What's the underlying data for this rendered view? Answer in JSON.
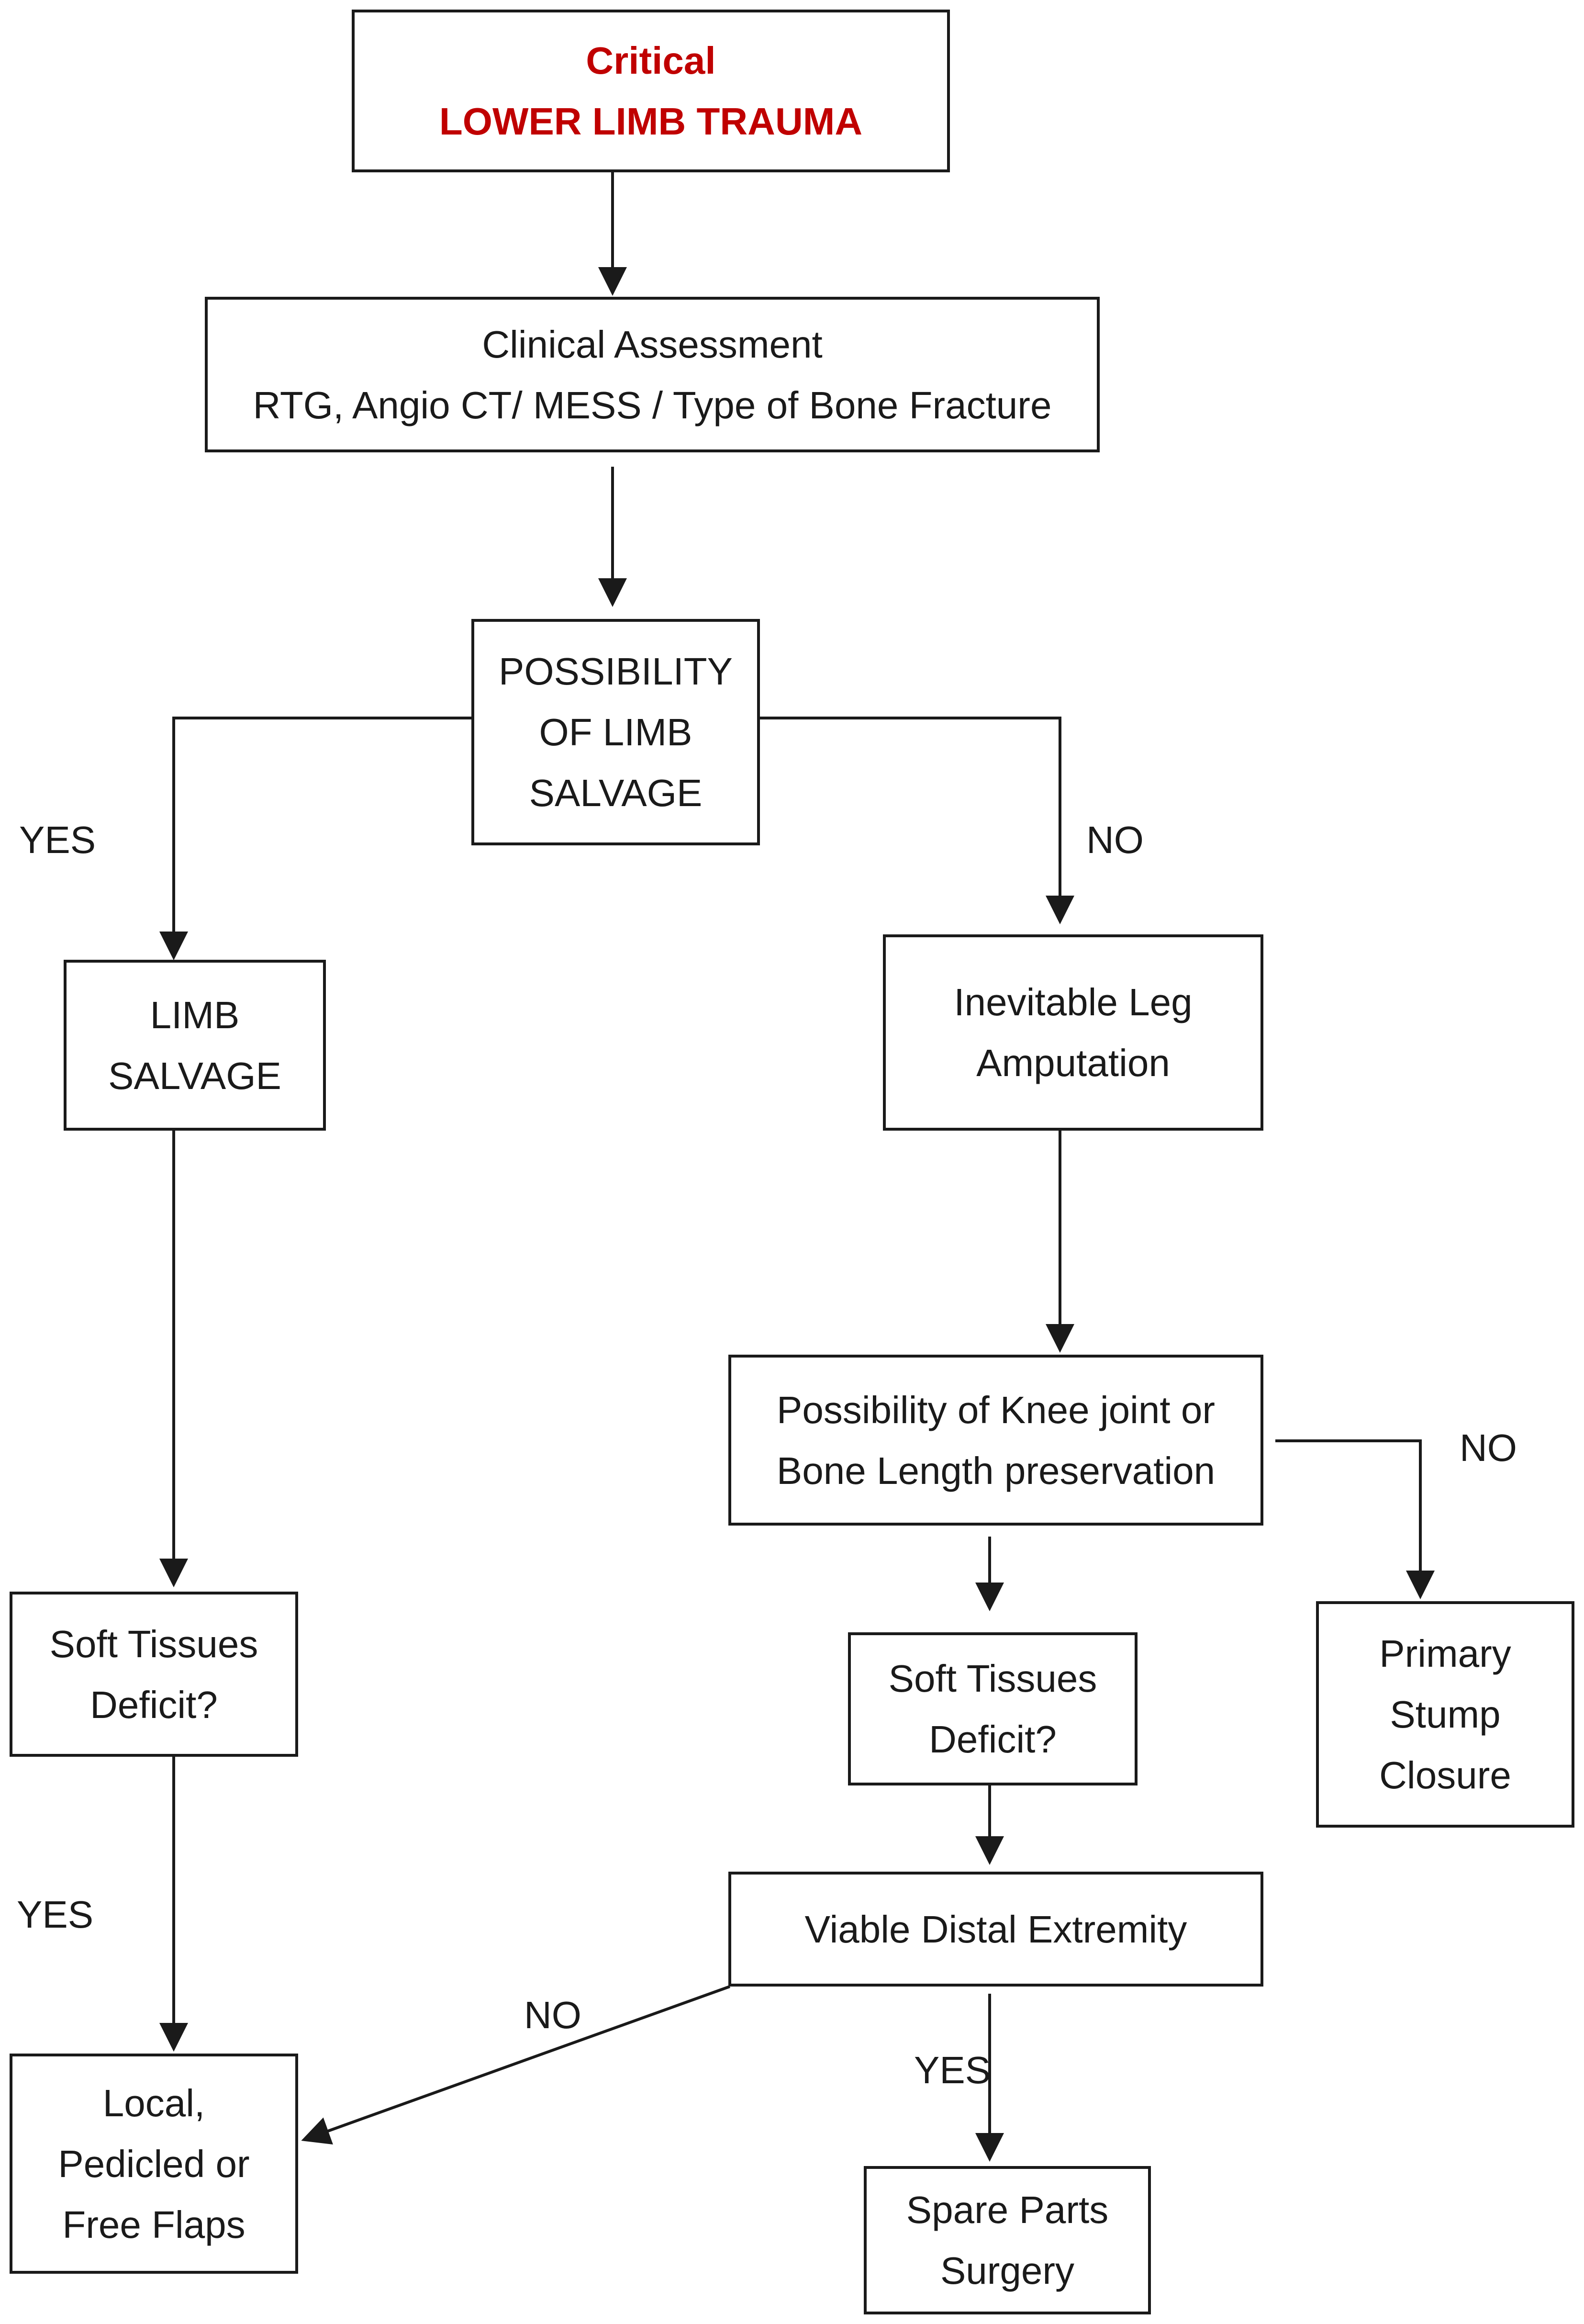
{
  "colors": {
    "title": "#c00000",
    "line": "#1a1a1a",
    "background": "#ffffff"
  },
  "nodes": {
    "critical": {
      "line1": "Critical",
      "line2": "LOWER LIMB TRAUMA"
    },
    "assessment": {
      "line1": "Clinical Assessment",
      "line2": "RTG, Angio CT/ MESS / Type of Bone Fracture"
    },
    "possibility": {
      "line1": "POSSIBILITY",
      "line2": "OF LIMB",
      "line3": "SALVAGE"
    },
    "limb_salvage": {
      "line1": "LIMB",
      "line2": "SALVAGE"
    },
    "amputation": {
      "line1": "Inevitable Leg",
      "line2": "Amputation"
    },
    "knee": {
      "line1": "Possibility of Knee joint or",
      "line2": "Bone Length preservation"
    },
    "soft_left": {
      "line1": "Soft Tissues",
      "line2": "Deficit?"
    },
    "soft_mid": {
      "line1": "Soft Tissues",
      "line2": "Deficit?"
    },
    "stump": {
      "line1": "Primary",
      "line2": "Stump",
      "line3": "Closure"
    },
    "viable": {
      "line1": "Viable Distal Extremity"
    },
    "flaps": {
      "line1": "Local,",
      "line2": "Pedicled or",
      "line3": "Free Flaps"
    },
    "spare": {
      "line1": "Spare Parts",
      "line2": "Surgery"
    }
  },
  "edge_labels": {
    "yes_salvage": "YES",
    "no_salvage": "NO",
    "no_knee": "NO",
    "yes_soft": "YES",
    "no_viable": "NO",
    "yes_viable": "YES"
  }
}
